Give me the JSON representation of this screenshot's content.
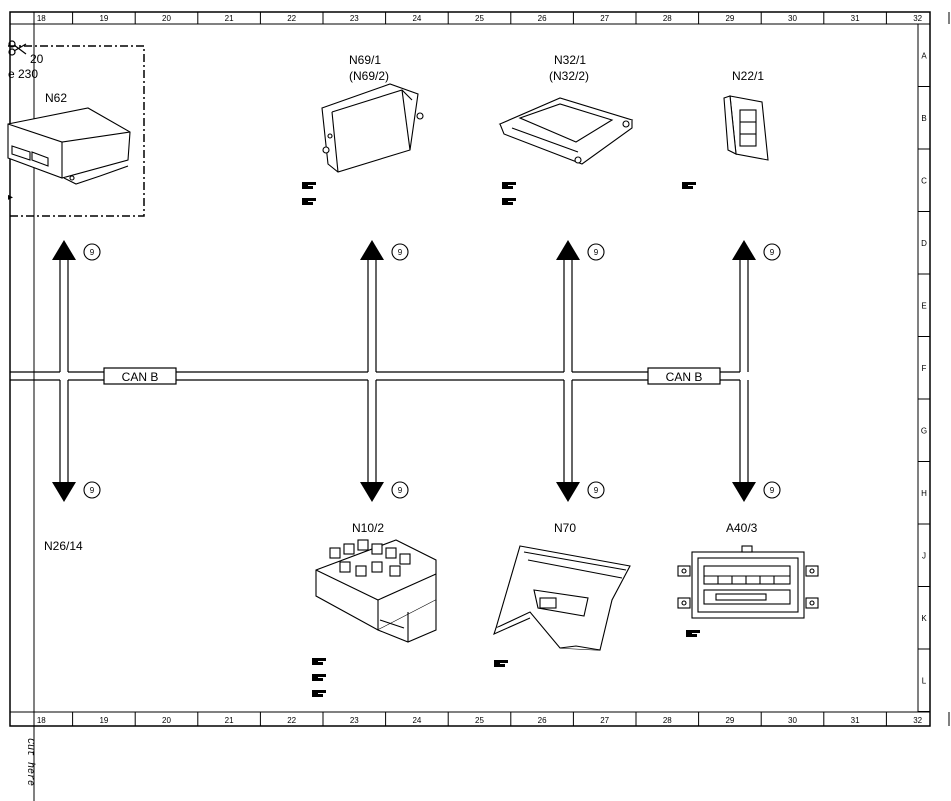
{
  "grid": {
    "columns": [
      "18",
      "19",
      "20",
      "21",
      "22",
      "23",
      "24",
      "25",
      "26",
      "27",
      "28",
      "29",
      "30",
      "31",
      "32"
    ],
    "rows": [
      "A",
      "B",
      "C",
      "D",
      "E",
      "F",
      "G",
      "H",
      "J",
      "K",
      "L"
    ]
  },
  "bus": {
    "left_label": "CAN B",
    "right_label": "CAN B"
  },
  "arrow_ref": "9",
  "components": {
    "n62_code_partial": "20",
    "n62_ref_partial": "e 230",
    "n62": "N62",
    "n69_1": "N69/1",
    "n69_2": "(N69/2)",
    "n32_1": "N32/1",
    "n32_2": "(N32/2)",
    "n22_1": "N22/1",
    "n26_14": "N26/14",
    "n10_2": "N10/2",
    "n70": "N70",
    "a40_3": "A40/3"
  },
  "cut_text": "Cut here",
  "icons": [
    "scissors-icon",
    "pointing-hand-icon"
  ]
}
